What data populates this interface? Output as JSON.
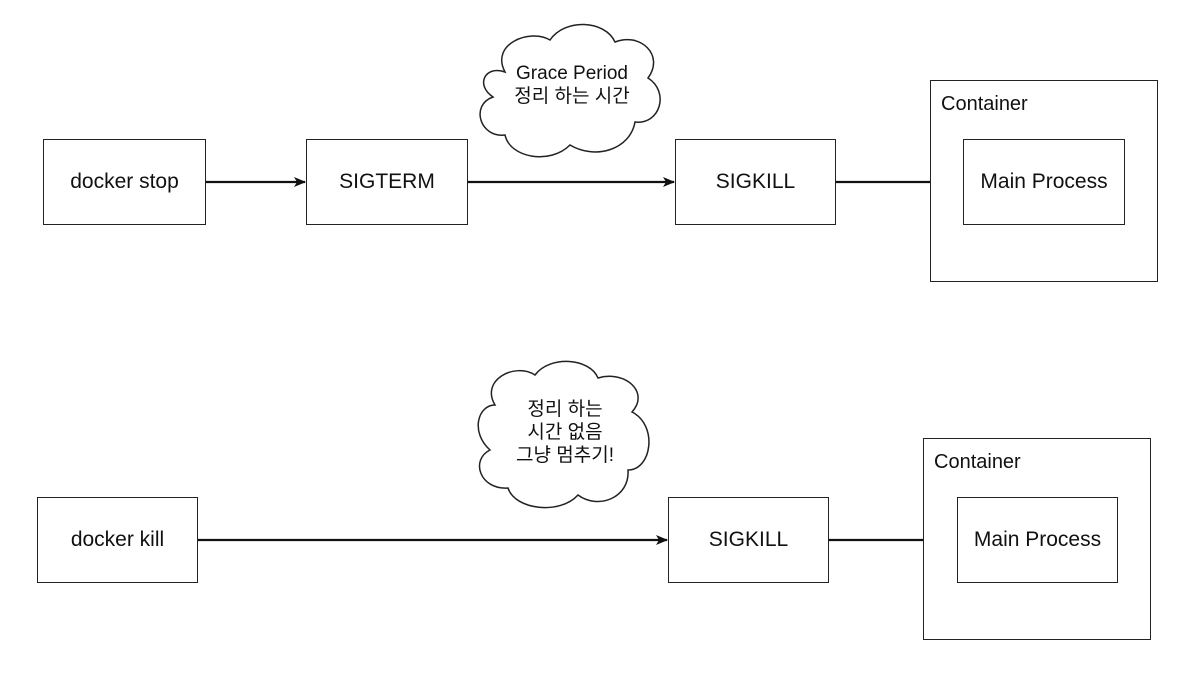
{
  "colors": {
    "stroke": "#222222",
    "background": "#ffffff",
    "text": "#111111"
  },
  "stop_flow": {
    "source": "docker stop",
    "signal1": "SIGTERM",
    "signal2": "SIGKILL",
    "cloud_lines": [
      "Grace Period",
      "정리 하는 시간"
    ],
    "container_label": "Container",
    "process": "Main Process"
  },
  "kill_flow": {
    "source": "docker kill",
    "signal": "SIGKILL",
    "cloud_lines": [
      "정리 하는",
      "시간 없음",
      "그냥 멈추기!"
    ],
    "container_label": "Container",
    "process": "Main Process"
  }
}
